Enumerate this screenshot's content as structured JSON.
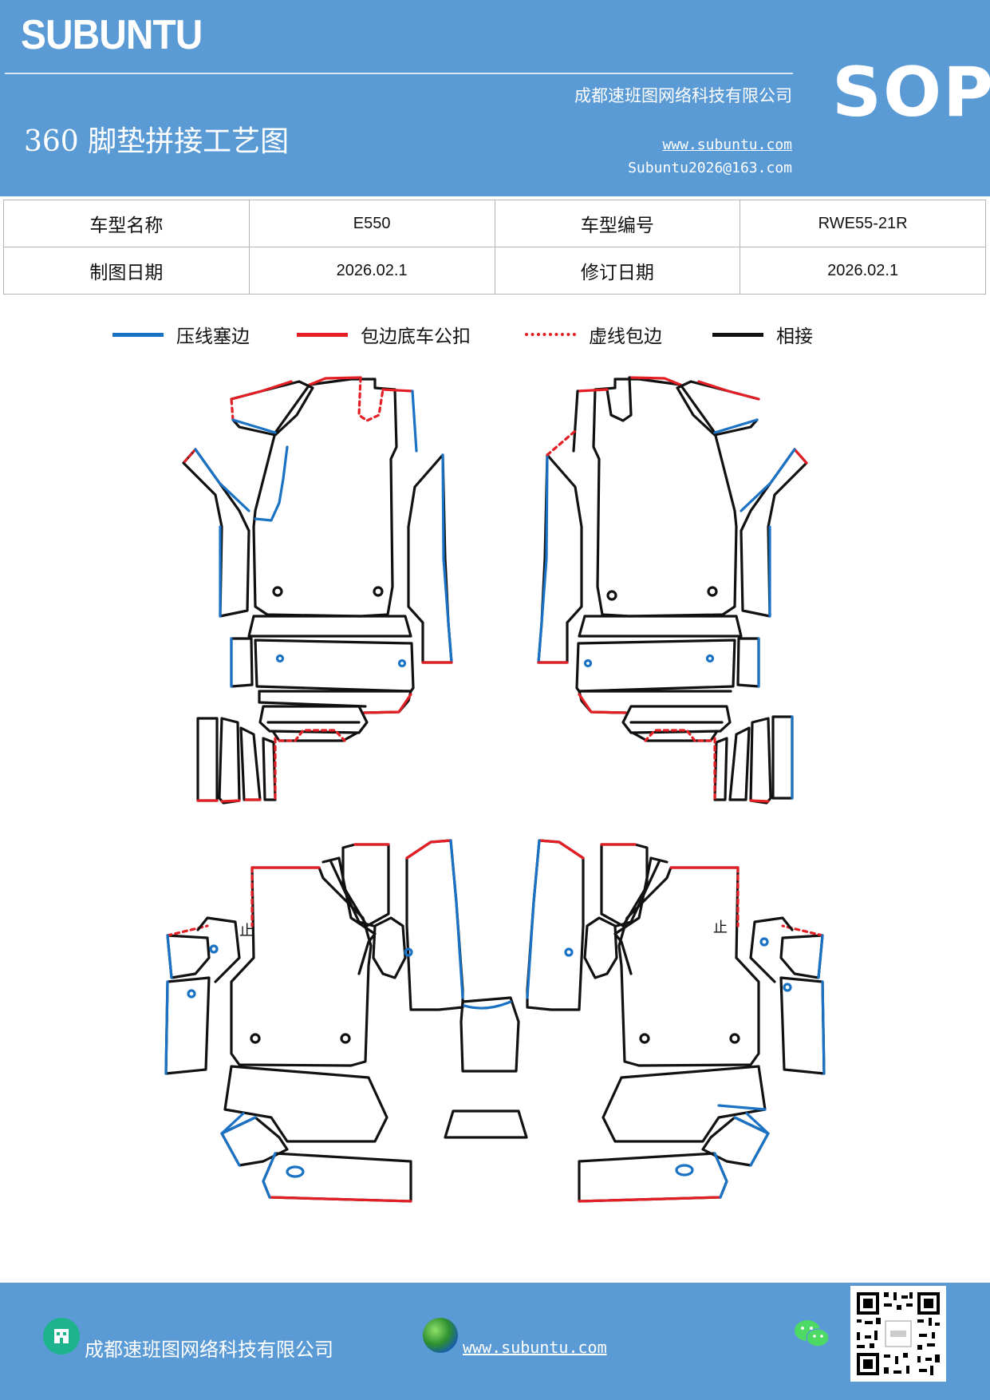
{
  "header": {
    "brand": "SUBUNTU",
    "company": "成都速班图网络科技有限公司",
    "title": "360 脚垫拼接工艺图",
    "website": "www.subuntu.com",
    "email": "Subuntu2026@163.com",
    "badge": "SOP"
  },
  "info_table": {
    "rows": [
      {
        "label1": "车型名称",
        "value1": "E550",
        "label2": "车型编号",
        "value2": "RWE55-21R"
      },
      {
        "label1": "制图日期",
        "value1": "2026.02.1",
        "label2": "修订日期",
        "value2": "2026.02.1"
      }
    ]
  },
  "legend": [
    {
      "label": "压线塞边",
      "color": "#1a72c4",
      "style": "solid"
    },
    {
      "label": "包边底车公扣",
      "color": "#e31e24",
      "style": "solid"
    },
    {
      "label": "虚线包边",
      "color": "#e31e24",
      "style": "dashed"
    },
    {
      "label": "相接",
      "color": "#111111",
      "style": "solid"
    }
  ],
  "colors": {
    "header_bg": "#5b9bd5",
    "blue_line": "#1a72c4",
    "red_line": "#e31e24",
    "black_line": "#111111"
  },
  "footer": {
    "company": "成都速班图网络科技有限公司",
    "website": "www.subuntu.com",
    "icons": [
      "building-icon",
      "globe-icon",
      "wechat-icon",
      "qr-code"
    ]
  }
}
